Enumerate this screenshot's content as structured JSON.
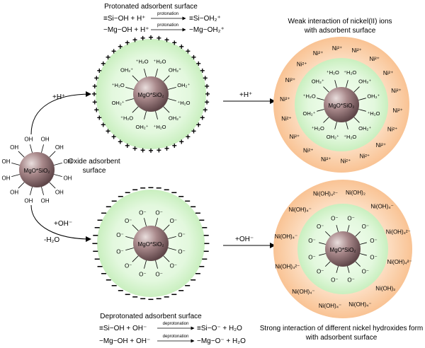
{
  "core_label": "MgO*SiO₂",
  "left_particle": {
    "groups": [
      "OH",
      "OH",
      "OH",
      "OH",
      "OH",
      "OH",
      "OH",
      "OH",
      "OH",
      "OH",
      "OH",
      "OH"
    ],
    "caption_line1": "Oxide adsorbent",
    "caption_line2": "surface"
  },
  "arrows": {
    "protonation_label": "+H⁺",
    "deprotonation_label_1": "+OH⁻",
    "deprotonation_label_2": "-H₂O",
    "top_right_label": "+H⁺",
    "bottom_right_label": "+OH⁻"
  },
  "protonated": {
    "title": "Protonated adsorbent surface",
    "equations": [
      {
        "left": "≡Si−OH + H⁺",
        "arrow": "protonation",
        "right": "≡Si−OH₂⁺"
      },
      {
        "left": "−Mg−OH + H⁺",
        "arrow": "protonation",
        "right": "−Mg−OH₂⁺"
      }
    ],
    "surface_charge": "+",
    "groups": [
      "⁺H₂O",
      "OH₂⁺",
      "OH₂⁺",
      "⁺H₂O",
      "OH₂⁺",
      "⁺H₂O",
      "OH₂⁺",
      "⁺H₂O",
      "OH₂⁺",
      "⁺H₂O",
      "OH₂⁺",
      "⁺H₂O"
    ]
  },
  "deprotonated": {
    "title": "Deprotonated adsorbent surface",
    "equations": [
      {
        "left": "≡Si−OH + OH⁻",
        "arrow": "deprotonation",
        "right": "≡Si−O⁻ + H₂O"
      },
      {
        "left": "−Mg−OH + OH⁻",
        "arrow": "deprotonation",
        "right": "−Mg−O⁻ + H₂O"
      }
    ],
    "surface_charge": "−",
    "groups": [
      "O⁻",
      "O⁻",
      "O⁻",
      "O⁻",
      "O⁻",
      "O⁻",
      "O⁻",
      "O⁻",
      "O⁻",
      "O⁻",
      "O⁻",
      "O⁻"
    ]
  },
  "nickel_weak": {
    "title_line1": "Weak interaction of nickel(II) ions",
    "title_line2": "with adsorbent surface",
    "ion_label": "Ni²⁺",
    "groups": [
      "⁺H₂O",
      "OH₂⁺",
      "OH₂⁺",
      "⁺H₂O",
      "OH₂⁺",
      "⁺H₂O",
      "OH₂⁺",
      "⁺H₂O",
      "OH₂⁺",
      "⁺H₂O",
      "OH₂⁺",
      "⁺H₂O"
    ]
  },
  "nickel_strong": {
    "title_line1": "Strong interaction of different nickel hydroxides form",
    "title_line2": "with adsorbent surface",
    "species": [
      "Ni(OH)₂",
      "Ni(OH)₄⁻",
      "Ni(OH)₄²⁻",
      "Ni(OH)₄²⁻",
      "Ni(OH)₂",
      "Ni(OH)₄⁻",
      "Ni(OH)₄⁻",
      "Ni(OH)₄⁻",
      "Ni(OH)₄²⁻",
      "Ni(OH)₄⁻",
      "Ni(OH)₄⁻",
      "Ni(OH)₄²⁻"
    ],
    "groups": [
      "O⁻",
      "O⁻",
      "O⁻",
      "O⁻",
      "O⁻",
      "O⁻",
      "O⁻",
      "O⁻",
      "O⁻",
      "O⁻",
      "O⁻",
      "O⁻"
    ]
  },
  "colors": {
    "core_light": "#e9dedd",
    "core_mid": "#a8888a",
    "core_dark": "#5e4548",
    "green_halo": "#d9f5d3",
    "orange_halo": "#fbd0a8",
    "ink": "#000000"
  }
}
